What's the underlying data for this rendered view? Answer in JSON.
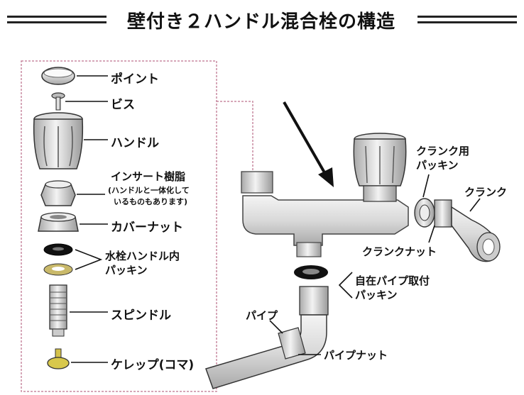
{
  "title": "壁付き２ハンドル混合栓の構造",
  "parts": {
    "point": "ポイント",
    "screw": "ビス",
    "handle": "ハンドル",
    "insert_part": "インサート樹脂",
    "insert_note_1": "(ハンドルと一体化して",
    "insert_note_2": "いるものもあります)",
    "cover_nut": "カバーナット",
    "handle_packing_1": "水栓ハンドル内",
    "handle_packing_2": "パッキン",
    "spindle": "スピンドル",
    "kerep": "ケレップ(コマ)",
    "crank_packing_1": "クランク用",
    "crank_packing_2": "パッキン",
    "crank": "クランク",
    "crank_nut": "クランクナット",
    "pipe_packing_1": "自在パイプ取付",
    "pipe_packing_2": "パッキン",
    "pipe": "パイプ",
    "pipe_nut": "パイプナット"
  }
}
